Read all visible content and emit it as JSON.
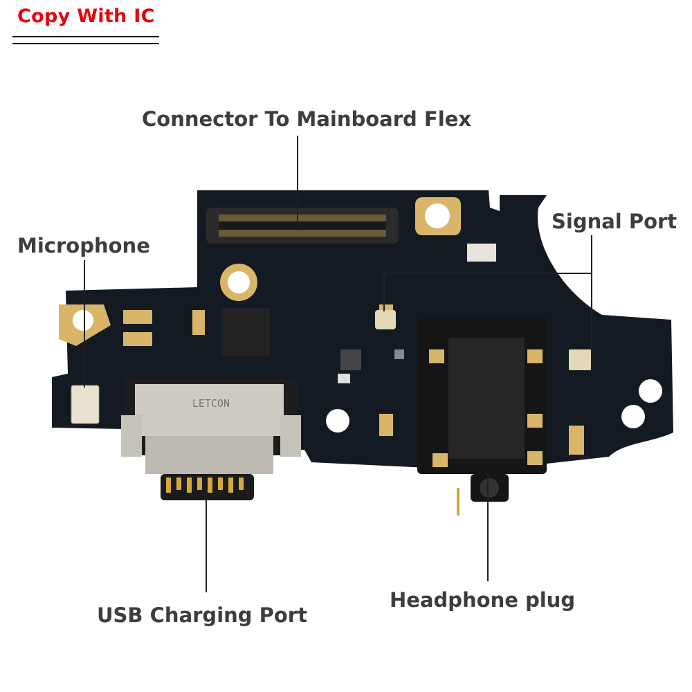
{
  "badge": {
    "text": "Copy With IC",
    "color": "#e8000b"
  },
  "labels": {
    "connector": "Connector To Mainboard Flex",
    "microphone": "Microphone",
    "signal_port": "Signal Port",
    "usb_port": "USB Charging Port",
    "headphone": "Headphone plug"
  },
  "component_marks": {
    "usb_brand": "LETCON"
  },
  "colors": {
    "pcb": "#141a22",
    "gold": "#d9b56a",
    "metal": "#c9c6bd",
    "label": "#3d3d3d"
  }
}
